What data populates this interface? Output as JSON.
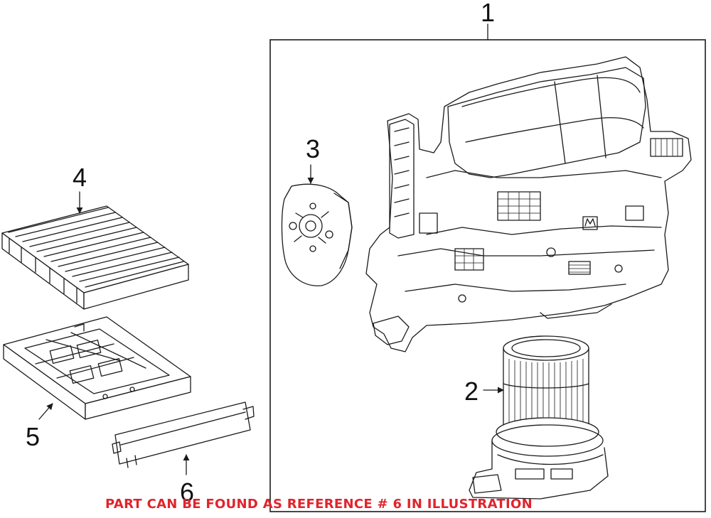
{
  "callouts": {
    "c1": "1",
    "c2": "2",
    "c3": "3",
    "c4": "4",
    "c5": "5",
    "c6": "6"
  },
  "notice": {
    "text": "PART CAN BE FOUND AS REFERENCE # 6 IN ILLUSTRATION",
    "color": "#e0242c"
  }
}
